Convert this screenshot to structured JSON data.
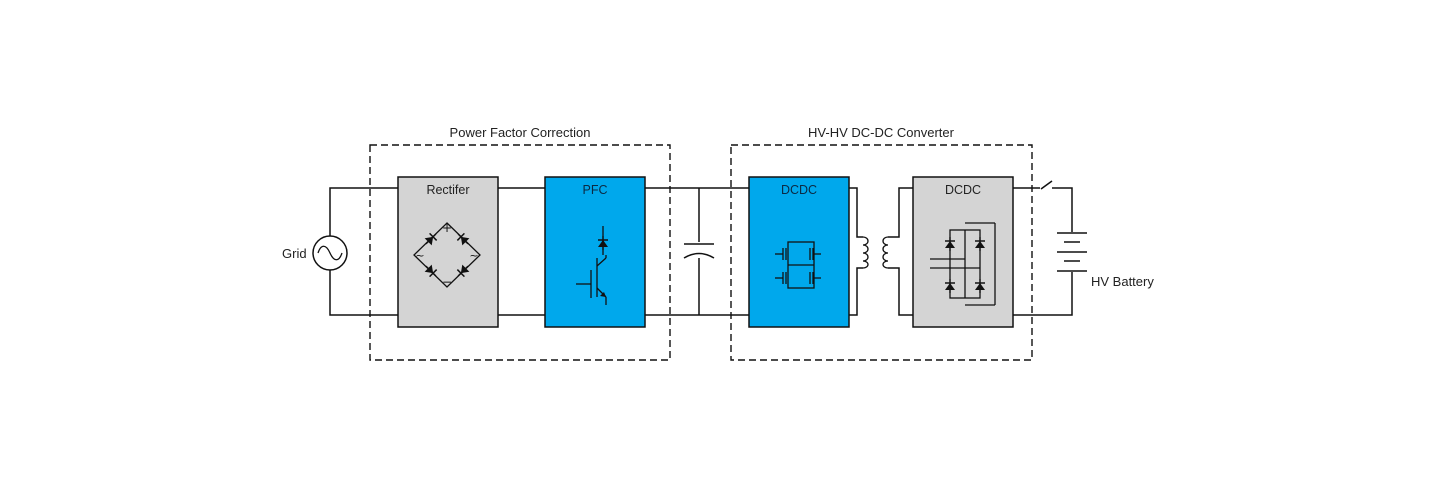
{
  "source": {
    "label": "Grid"
  },
  "groups": {
    "pfc": {
      "label": "Power Factor Correction"
    },
    "dcdc_stage": {
      "label": "HV-HV DC-DC Converter"
    }
  },
  "blocks": {
    "rectifier": {
      "label": "Rectifer",
      "fill": "#d4d4d4"
    },
    "pfc": {
      "label": "PFC",
      "fill": "#00a8ec"
    },
    "dcdc_primary": {
      "label": "DCDC",
      "fill": "#00a8ec"
    },
    "dcdc_secondary": {
      "label": "DCDC",
      "fill": "#d4d4d4"
    }
  },
  "load": {
    "label": "HV Battery"
  }
}
